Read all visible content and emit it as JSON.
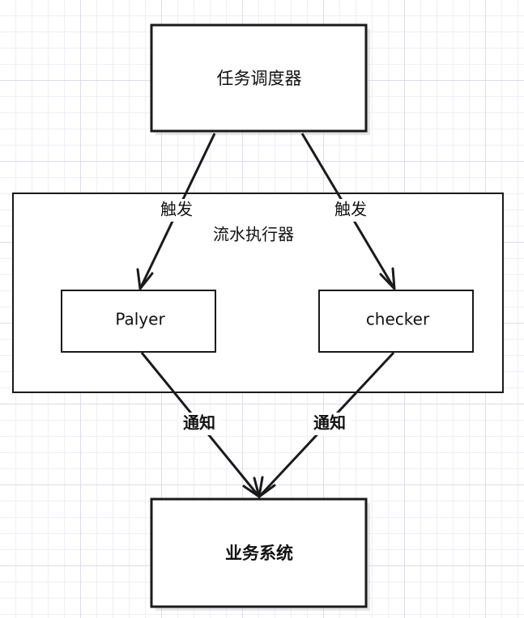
{
  "nodes": {
    "scheduler": "任务调度器",
    "executor": "流水执行器",
    "player": "Palyer",
    "checker": "checker",
    "business": "业务系统"
  },
  "edges": {
    "trigger_left": "触发",
    "trigger_right": "触发",
    "notify_left": "通知",
    "notify_right": "通知"
  },
  "colors": {
    "stroke": "#1a1a1a",
    "background": "#ffffff",
    "grid_major": "#dcdcec",
    "grid_minor": "#eeeef6"
  }
}
